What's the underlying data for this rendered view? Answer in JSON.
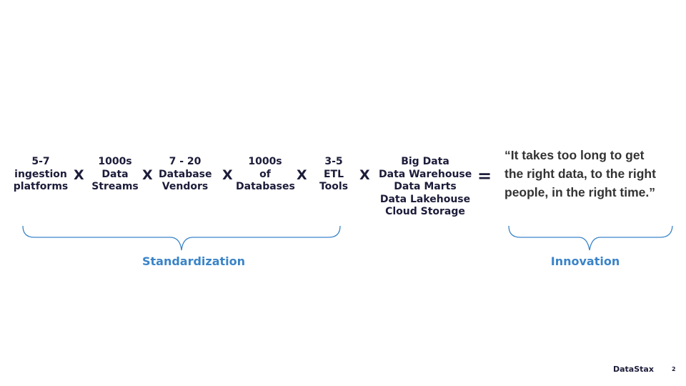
{
  "equation": {
    "terms": [
      [
        "5-7",
        "ingestion",
        "platforms"
      ],
      [
        "1000s",
        "Data",
        "Streams"
      ],
      [
        "7 - 20",
        "Database",
        "Vendors"
      ],
      [
        "1000s",
        "of",
        "Databases"
      ],
      [
        "3-5",
        "ETL",
        "Tools"
      ],
      [
        "Big Data",
        "Data Warehouse",
        "Data Marts",
        "Data Lakehouse",
        "Cloud Storage"
      ]
    ],
    "multiply_symbol": "X",
    "equals_symbol": "="
  },
  "quote": {
    "lines": [
      "“It takes too long to get",
      "the right data, to the right",
      "people, in the right time.”"
    ]
  },
  "captions": {
    "left": "Standardization",
    "right": "Innovation"
  },
  "colors": {
    "accent": "#3a84c8",
    "text": "#1c1c3a"
  },
  "footer": {
    "brand": "DataStax",
    "page_number": "2"
  }
}
